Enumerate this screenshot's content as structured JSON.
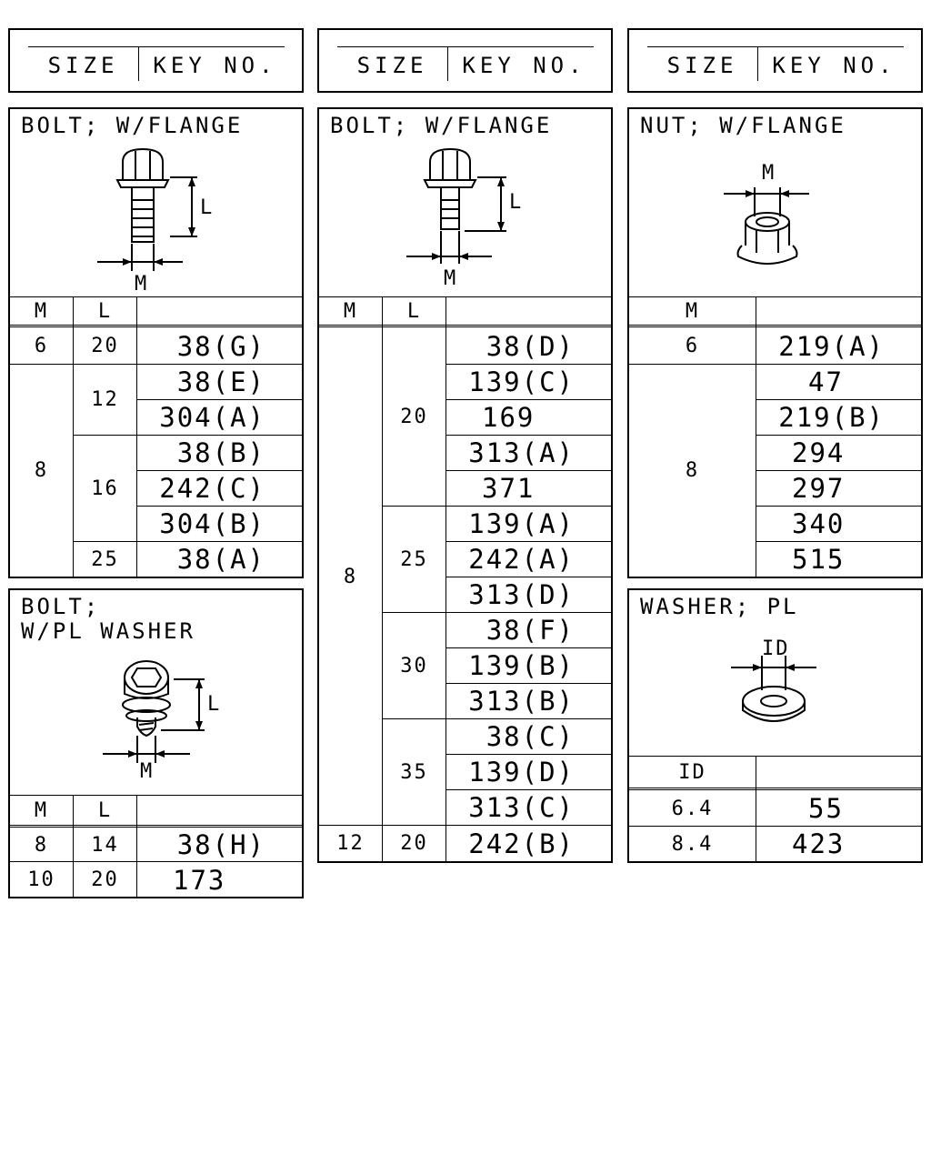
{
  "size_headers": {
    "size_label": "SIZE",
    "key_label": "KEY NO."
  },
  "bolt_flange_1": {
    "title": "BOLT; W/FLANGE",
    "dim_l": "L",
    "dim_m": "M",
    "col_m": "M",
    "col_l": "L",
    "rows": [
      {
        "m": "6",
        "l": "20",
        "key": "38(G)"
      },
      {
        "m": "8",
        "l": "12",
        "key": "38(E)"
      },
      {
        "m": "8",
        "l": "12",
        "key": "304(A)"
      },
      {
        "m": "8",
        "l": "16",
        "key": "38(B)"
      },
      {
        "m": "8",
        "l": "16",
        "key": "242(C)"
      },
      {
        "m": "8",
        "l": "16",
        "key": "304(B)"
      },
      {
        "m": "8",
        "l": "25",
        "key": "38(A)"
      }
    ]
  },
  "bolt_washer": {
    "title": "BOLT;\nW/PL WASHER",
    "dim_l": "L",
    "dim_m": "M",
    "col_m": "M",
    "col_l": "L",
    "rows": [
      {
        "m": "8",
        "l": "14",
        "key": "38(H)"
      },
      {
        "m": "10",
        "l": "20",
        "key": "173"
      }
    ]
  },
  "bolt_flange_2": {
    "title": "BOLT; W/FLANGE",
    "dim_l": "L",
    "dim_m": "M",
    "col_m": "M",
    "col_l": "L",
    "rows": [
      {
        "m": "8",
        "l": "20",
        "key": "38(D)"
      },
      {
        "m": "8",
        "l": "20",
        "key": "139(C)"
      },
      {
        "m": "8",
        "l": "20",
        "key": "169"
      },
      {
        "m": "8",
        "l": "20",
        "key": "313(A)"
      },
      {
        "m": "8",
        "l": "20",
        "key": "371"
      },
      {
        "m": "8",
        "l": "25",
        "key": "139(A)"
      },
      {
        "m": "8",
        "l": "25",
        "key": "242(A)"
      },
      {
        "m": "8",
        "l": "25",
        "key": "313(D)"
      },
      {
        "m": "8",
        "l": "30",
        "key": "38(F)"
      },
      {
        "m": "8",
        "l": "30",
        "key": "139(B)"
      },
      {
        "m": "8",
        "l": "30",
        "key": "313(B)"
      },
      {
        "m": "8",
        "l": "35",
        "key": "38(C)"
      },
      {
        "m": "8",
        "l": "35",
        "key": "139(D)"
      },
      {
        "m": "8",
        "l": "35",
        "key": "313(C)"
      },
      {
        "m": "12",
        "l": "20",
        "key": "242(B)"
      }
    ]
  },
  "nut_flange": {
    "title": "NUT; W/FLANGE",
    "dim_m": "M",
    "col_m": "M",
    "rows": [
      {
        "m": "6",
        "key": "219(A)"
      },
      {
        "m": "8",
        "key": "47"
      },
      {
        "m": "8",
        "key": "219(B)"
      },
      {
        "m": "8",
        "key": "294"
      },
      {
        "m": "8",
        "key": "297"
      },
      {
        "m": "8",
        "key": "340"
      },
      {
        "m": "8",
        "key": "515"
      }
    ]
  },
  "washer_pl": {
    "title": "WASHER; PL",
    "dim_id": "ID",
    "col_id": "ID",
    "rows": [
      {
        "id": "6.4",
        "key": "55"
      },
      {
        "id": "8.4",
        "key": "423"
      }
    ]
  }
}
